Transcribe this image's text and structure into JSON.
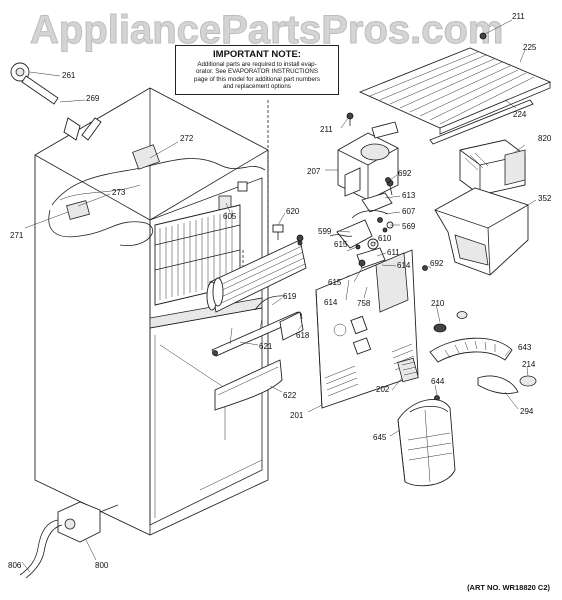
{
  "watermark": "AppliancePartsPros.com",
  "note": {
    "title": "IMPORTANT NOTE:",
    "lines": [
      "Additional parts are required to install evap-",
      "orator. See EVAPORATOR INSTRUCTIONS",
      "page of this model for additional part numbers",
      "and replacement options"
    ]
  },
  "art_number": "(ART NO. WR18820 C2)",
  "callouts": {
    "c211a": "211",
    "c225": "225",
    "c224": "224",
    "c211b": "211",
    "c820": "820",
    "c261": "261",
    "c269": "269",
    "c272": "272",
    "c273": "273",
    "c271": "271",
    "c605": "605",
    "c620": "620",
    "c207": "207",
    "c692a": "692",
    "c613": "613",
    "c607": "607",
    "c569": "569",
    "c599": "599",
    "c610": "610",
    "c615a": "615",
    "c611": "611",
    "c614a": "614",
    "c615b": "615",
    "c614b": "614",
    "c758": "758",
    "c692b": "692",
    "c352": "352",
    "c619": "619",
    "c618": "618",
    "c621": "621",
    "c622": "622",
    "c201": "201",
    "c202": "202",
    "c210": "210",
    "c643": "643",
    "c214": "214",
    "c644": "644",
    "c294": "294",
    "c645": "645",
    "c806": "806",
    "c800": "800"
  }
}
